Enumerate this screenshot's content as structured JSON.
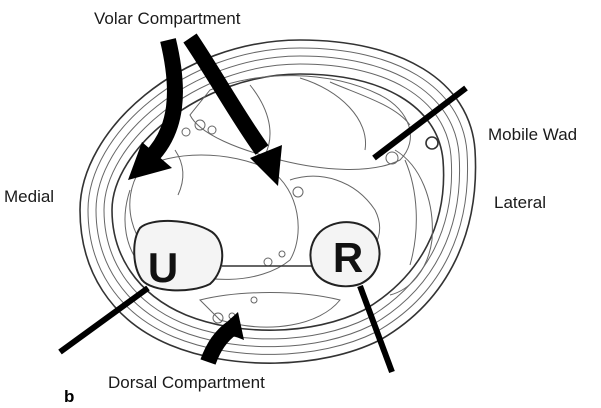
{
  "figure": {
    "panel_label": "b",
    "labels": {
      "volar": "Volar Compartment",
      "medial": "Medial",
      "lateral": "Lateral",
      "mobile_wad": "Mobile Wad",
      "dorsal": "Dorsal Compartment"
    },
    "bones": {
      "ulna": "U",
      "radius": "R"
    }
  }
}
